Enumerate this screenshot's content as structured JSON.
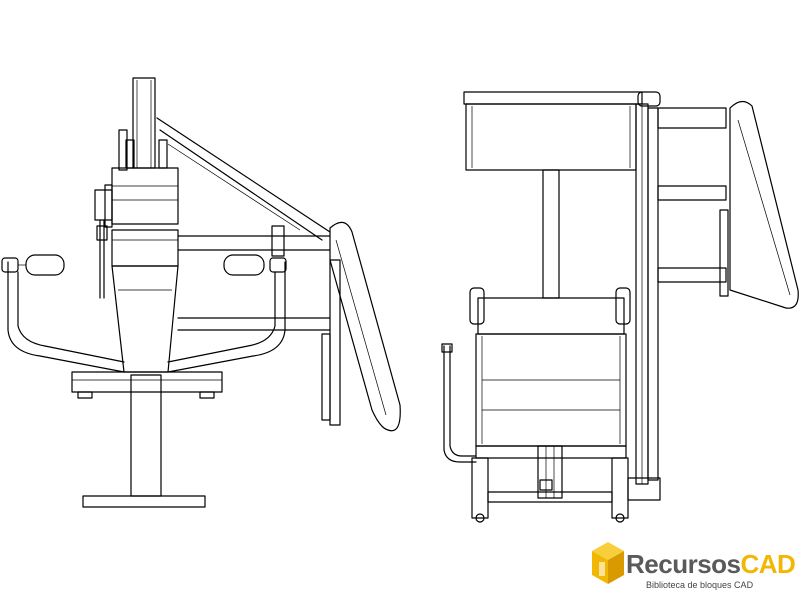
{
  "watermark": {
    "brand_part1": "Recursos",
    "brand_part2": "CAD",
    "tagline": "Biblioteca de bloques CAD",
    "brand_color": "#5a5a5a",
    "accent_color": "#f2b705"
  },
  "drawing": {
    "line_color": "#000000",
    "background": "#ffffff",
    "views": [
      "front-view",
      "side-view"
    ]
  }
}
